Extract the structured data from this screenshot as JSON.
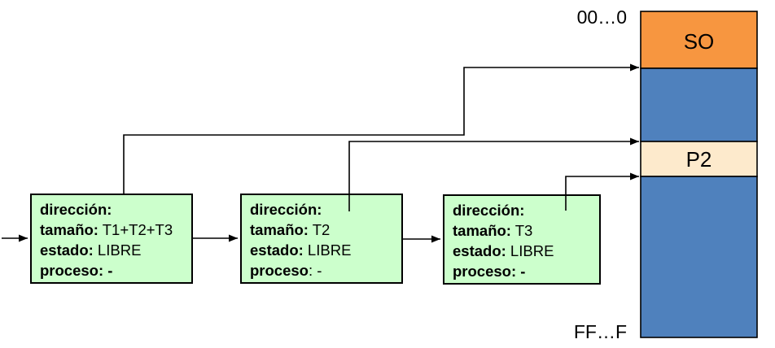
{
  "diagram": {
    "title_hint": "free-memory linked list pointing into memory map",
    "memory_map": {
      "top_address_label": "00…0",
      "bottom_address_label": "FF…F",
      "segments": [
        {
          "name": "so",
          "label": "SO",
          "color": "#F79640"
        },
        {
          "name": "free-hole-1",
          "label": "",
          "color": "#4F81BD"
        },
        {
          "name": "p2",
          "label": "P2",
          "color": "#FDEACC"
        },
        {
          "name": "free-hole-2",
          "label": "",
          "color": "#4F81BD"
        }
      ]
    },
    "free_list": {
      "node_fill": "#CCFFCC",
      "nodes": [
        {
          "lines": [
            {
              "label": "dirección:",
              "value": ""
            },
            {
              "label": "tamaño:",
              "value": " T1+T2+T3"
            },
            {
              "label": "estado:",
              "value": " LIBRE"
            },
            {
              "label": "proceso",
              "value": ": -"
            }
          ]
        },
        {
          "lines": [
            {
              "label": "dirección:",
              "value": ""
            },
            {
              "label": "tamaño:",
              "value": " T2"
            },
            {
              "label": "estado:",
              "value": " LIBRE"
            },
            {
              "label": "proceso",
              "value": ": -"
            }
          ]
        },
        {
          "lines": [
            {
              "label": "dirección:",
              "value": ""
            },
            {
              "label": "tamaño:",
              "value": " T3"
            },
            {
              "label": "estado:",
              "value": " LIBRE"
            },
            {
              "label": "proceso",
              "value": ": -"
            }
          ]
        }
      ]
    },
    "colors": {
      "line": "#000000",
      "border": "#000000",
      "text": "#000000",
      "background": "#FFFFFF"
    }
  }
}
